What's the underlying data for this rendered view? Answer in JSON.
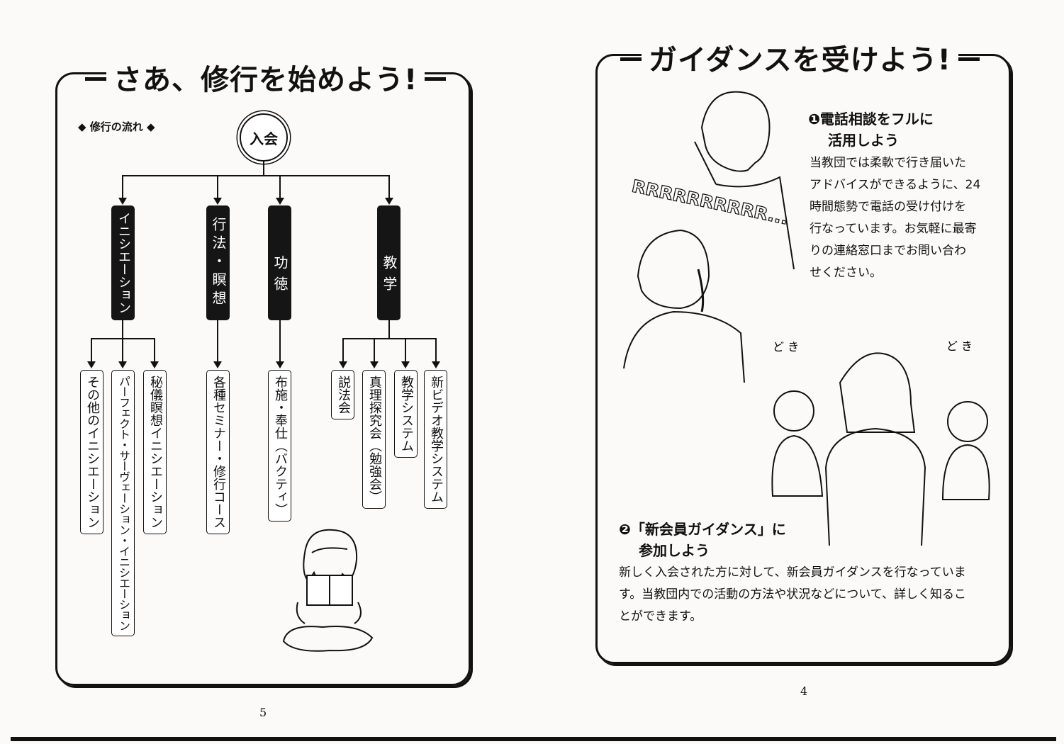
{
  "left_page": {
    "title": "さあ、修行を始めよう!",
    "flow_label": "◆ 修行の流れ ◆",
    "start_node": "入会",
    "categories": [
      {
        "label": "イニシエーション",
        "items": [
          "その他のイニシエーション",
          "パーフェクト・サーヴェーション・イニシエーション",
          "秘儀瞑想イニシエーション"
        ]
      },
      {
        "label": "行法・瞑想",
        "items": [
          "各種セミナー・修行コース"
        ]
      },
      {
        "label": "功徳",
        "items": [
          "布施・奉仕（バクティ）"
        ]
      },
      {
        "label": "教学",
        "items": [
          "説法会",
          "真理探究会（勉強会）",
          "教学システム",
          "新ビデオ教学システム"
        ]
      }
    ],
    "page_number": "5"
  },
  "right_page": {
    "title": "ガイダンスを受けよう!",
    "section1": {
      "heading_line1": "❶電話相談をフルに",
      "heading_line2": "活用しよう",
      "body": [
        "当教団では柔軟で行き届いた",
        "アドバイスができるように、24",
        "時間態勢で電話の受け付けを",
        "行なっています。お気軽に最寄",
        "りの連絡窓口までお問い合わ",
        "せください。"
      ]
    },
    "illustration_text": {
      "ring": "RRRRRRRRRR...",
      "doki1": "ど き",
      "doki2": "ど き"
    },
    "section2": {
      "heading_line1": "❷「新会員ガイダンス」に",
      "heading_line2": "参加しよう",
      "body": [
        "新しく入会された方に対して、新会員ガイダンスを行なっていま",
        "す。当教団内での活動の方法や状況などについて、詳しく知るこ",
        "とができます。"
      ]
    },
    "page_number": "4"
  }
}
